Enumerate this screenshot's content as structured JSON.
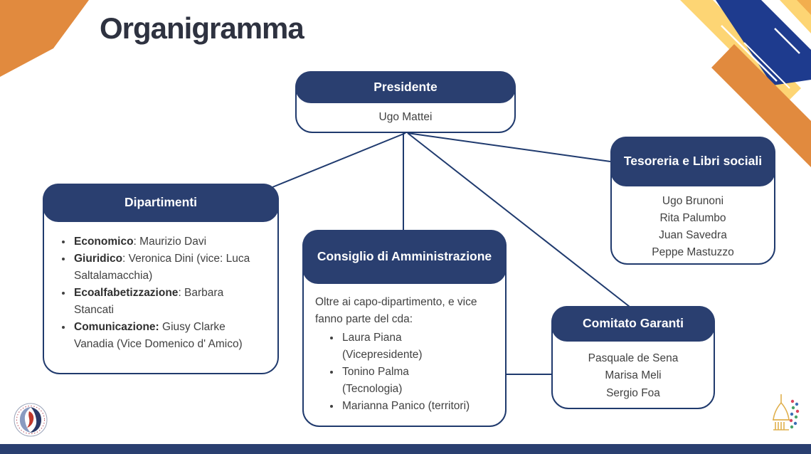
{
  "title": "Organigramma",
  "boxes": {
    "presidente": {
      "title": "Presidente",
      "members": [
        "Ugo Mattei"
      ]
    },
    "tesoreria": {
      "title": "Tesoreria e Libri sociali",
      "members": [
        "Ugo Brunoni",
        "Rita Palumbo",
        "Juan Savedra",
        "Peppe Mastuzzo"
      ]
    },
    "dipartimenti": {
      "title": "Dipartimenti",
      "items": [
        {
          "bold": "Economico",
          "rest": ": Maurizio Davi"
        },
        {
          "bold": "Giuridico",
          "rest": ": Veronica Dini (vice: Luca Saltalamacchia)"
        },
        {
          "bold": "Ecoalfabetizzazione",
          "rest": ": Barbara Stancati"
        },
        {
          "bold": "Comunicazione:",
          "rest": " Giusy Clarke Vanadia (Vice Domenico d' Amico)"
        }
      ]
    },
    "consiglio": {
      "title": "Consiglio di Amministrazione",
      "intro": "Oltre ai capo-dipartimento, e vice fanno parte del cda:",
      "items": [
        {
          "line1": "Laura Piana",
          "line2": "(Vicepresidente)"
        },
        {
          "line1": "Tonino Palma",
          "line2": "(Tecnologia)"
        },
        {
          "line1": "Marianna Panico (territori)",
          "line2": ""
        }
      ]
    },
    "comitato": {
      "title": "Comitato Garanti",
      "members": [
        "Pasquale de Sena",
        "Marisa Meli",
        "Sergio Foa"
      ]
    }
  },
  "colors": {
    "header_navy": "#2a3f70",
    "border_navy": "#203a6d",
    "connector_navy": "#1f3a6e",
    "decor_blue": "#1e3b8e",
    "decor_orange": "#e18a3e",
    "decor_yellow": "#fdd574",
    "decor_amber": "#f2ae4e",
    "footer_bar": "#2a3f70",
    "body_text": "#414141",
    "title_text": "#2e3240"
  }
}
